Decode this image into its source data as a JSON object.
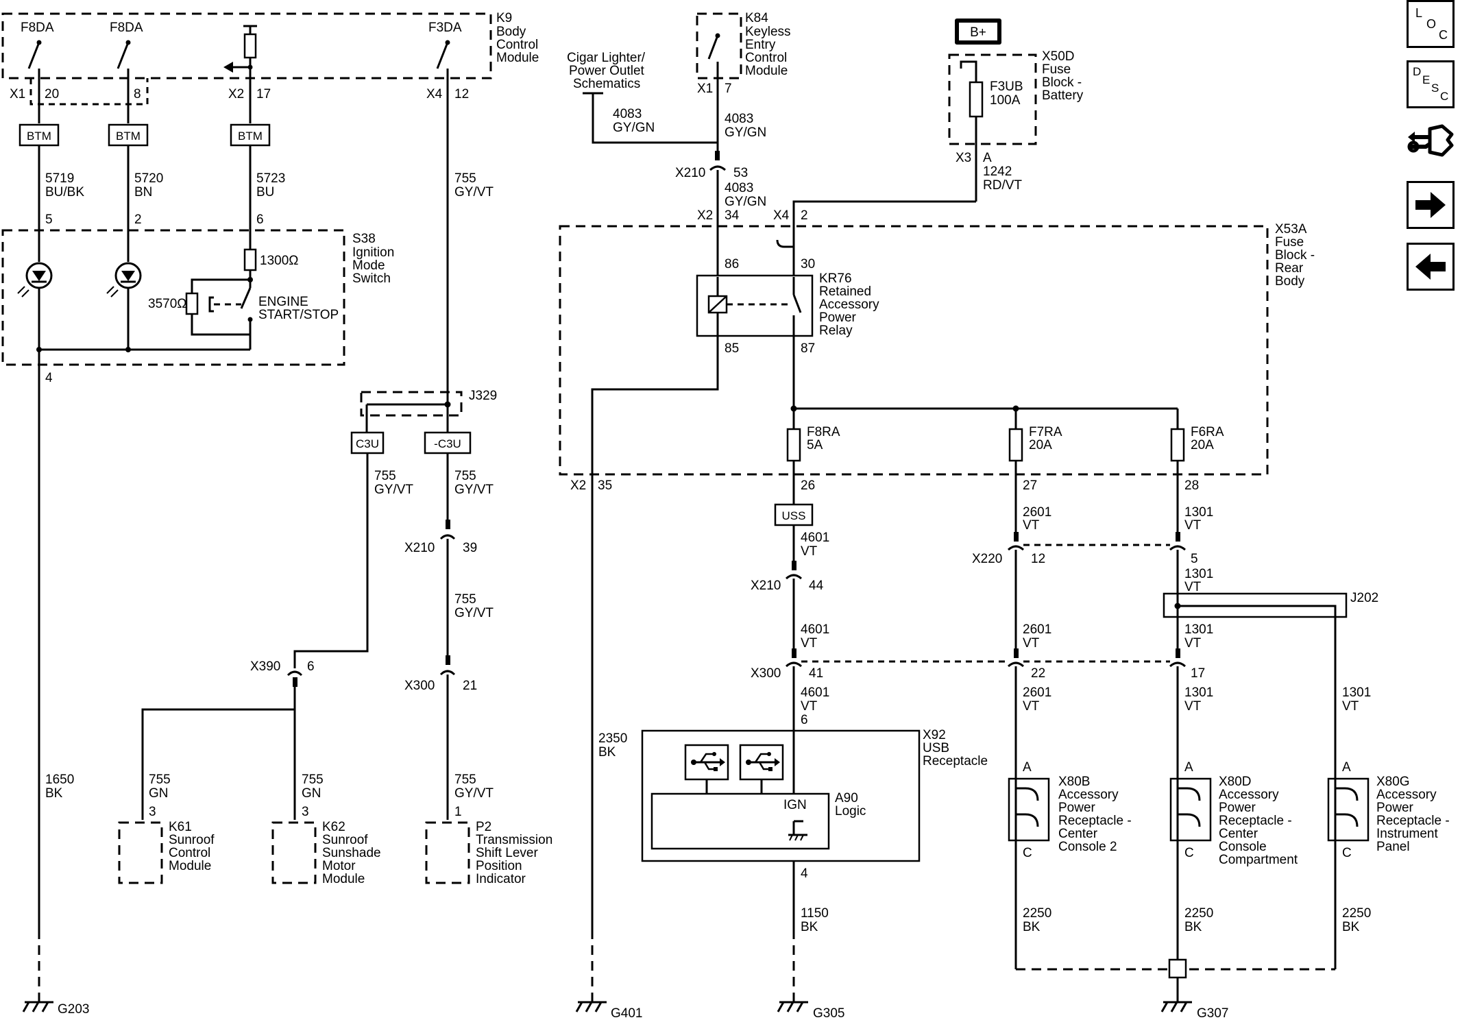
{
  "components": {
    "k9": {
      "id": "K9",
      "lines": [
        "Body",
        "Control",
        "Module"
      ]
    },
    "k84": {
      "id": "K84",
      "lines": [
        "Keyless",
        "Entry",
        "Control",
        "Module"
      ]
    },
    "x50d": {
      "id": "X50D",
      "lines": [
        "Fuse",
        "Block -",
        "Battery"
      ]
    },
    "battery": "B+",
    "f3ub": {
      "id": "F3UB",
      "rating": "100A"
    },
    "cigar": [
      "Cigar Lighter/",
      "Power Outlet",
      "Schematics"
    ],
    "s38": {
      "id": "S38",
      "lines": [
        "Ignition",
        "Mode",
        "Switch"
      ]
    },
    "engine": [
      "ENGINE",
      "START/STOP"
    ],
    "res1": "1300Ω",
    "res2": "3570Ω",
    "x53a": {
      "id": "X53A",
      "lines": [
        "Fuse",
        "Block -",
        "Rear",
        "Body"
      ]
    },
    "kr76": {
      "id": "KR76",
      "lines": [
        "Retained",
        "Accessory",
        "Power",
        "Relay"
      ]
    },
    "f8ra": {
      "id": "F8RA",
      "rating": "5A"
    },
    "f7ra": {
      "id": "F7RA",
      "rating": "20A"
    },
    "f6ra": {
      "id": "F6RA",
      "rating": "20A"
    },
    "j329": "J329",
    "j202": "J202",
    "x92": {
      "id": "X92",
      "lines": [
        "USB",
        "Receptacle"
      ]
    },
    "a90": {
      "id": "A90",
      "lines": [
        "Logic"
      ]
    },
    "ign": "IGN",
    "k61": {
      "id": "K61",
      "lines": [
        "Sunroof",
        "Control",
        "Module"
      ]
    },
    "k62": {
      "id": "K62",
      "lines": [
        "Sunroof",
        "Sunshade",
        "Motor",
        "Module"
      ]
    },
    "p2": {
      "id": "P2",
      "lines": [
        "Transmission",
        "Shift Lever",
        "Position",
        "Indicator"
      ]
    },
    "x80b": {
      "id": "X80B",
      "lines": [
        "Accessory",
        "Power",
        "Receptacle -",
        "Center",
        "Console 2"
      ]
    },
    "x80d": {
      "id": "X80D",
      "lines": [
        "Accessory",
        "Power",
        "Receptacle -",
        "Center",
        "Console",
        "Compartment"
      ]
    },
    "x80g": {
      "id": "X80G",
      "lines": [
        "Accessory",
        "Power",
        "Receptacle -",
        "Instrument",
        "Panel"
      ]
    }
  },
  "options": {
    "f8da": "F8DA",
    "f3da": "F3DA",
    "btm": "BTM",
    "c3u": "C3U",
    "nc3u": "-C3U",
    "uss": "USS"
  },
  "connectors": {
    "x1": "X1",
    "x2": "X2",
    "x3": "X3",
    "x4": "X4",
    "x210": "X210",
    "x220": "X220",
    "x300": "X300",
    "x390": "X390"
  },
  "pins": {
    "k9_20": "20",
    "k9_8": "8",
    "k9_17": "17",
    "k9_12": "12",
    "k84_7": "7",
    "x50d_a": "A",
    "s38_5": "5",
    "s38_2": "2",
    "s38_6": "6",
    "s38_4": "4",
    "x210_53": "53",
    "x210_39": "39",
    "x210_44": "44",
    "x53a_34": "34",
    "x53a_2": "2",
    "x53a_35": "35",
    "x53a_26": "26",
    "x53a_27": "27",
    "x53a_28": "28",
    "relay_86": "86",
    "relay_30": "30",
    "relay_85": "85",
    "relay_87": "87",
    "x220_12": "12",
    "x220_5": "5",
    "x300_21": "21",
    "x300_41": "41",
    "x300_22": "22",
    "x300_17": "17",
    "x390_6": "6",
    "x92_6": "6",
    "x92_4": "4",
    "k61_3": "3",
    "k62_3": "3",
    "p2_1": "1",
    "x80_a": "A",
    "x80_c": "C"
  },
  "wires": {
    "w5719": [
      "5719",
      "BU/BK"
    ],
    "w5720": [
      "5720",
      "BN"
    ],
    "w5723": [
      "5723",
      "BU"
    ],
    "w755a": [
      "755",
      "GY/VT"
    ],
    "w755b": [
      "755",
      "GY/VT"
    ],
    "w755c": [
      "755",
      "GY/VT"
    ],
    "w755d": [
      "755",
      "GY/VT"
    ],
    "w755e": [
      "755",
      "GY/VT"
    ],
    "w755gn1": [
      "755",
      "GN"
    ],
    "w755gn2": [
      "755",
      "GN"
    ],
    "w4083a": [
      "4083",
      "GY/GN"
    ],
    "w4083b": [
      "4083",
      "GY/GN"
    ],
    "w4083c": [
      "4083",
      "GY/GN"
    ],
    "w1242": [
      "1242",
      "RD/VT"
    ],
    "w1650": [
      "1650",
      "BK"
    ],
    "w2350": [
      "2350",
      "BK"
    ],
    "w1150": [
      "1150",
      "BK"
    ],
    "w4601a": [
      "4601",
      "VT"
    ],
    "w4601b": [
      "4601",
      "VT"
    ],
    "w4601c": [
      "4601",
      "VT"
    ],
    "w2601a": [
      "2601",
      "VT"
    ],
    "w2601b": [
      "2601",
      "VT"
    ],
    "w2601c": [
      "2601",
      "VT"
    ],
    "w1301a": [
      "1301",
      "VT"
    ],
    "w1301b": [
      "1301",
      "VT"
    ],
    "w1301c": [
      "1301",
      "VT"
    ],
    "w1301d": [
      "1301",
      "VT"
    ],
    "w1301e": [
      "1301",
      "VT"
    ],
    "w2250a": [
      "2250",
      "BK"
    ],
    "w2250b": [
      "2250",
      "BK"
    ],
    "w2250c": [
      "2250",
      "BK"
    ]
  },
  "grounds": {
    "g203": "G203",
    "g401": "G401",
    "g305": "G305",
    "g307": "G307"
  },
  "nav": {
    "loc": [
      "L",
      "O",
      "C"
    ],
    "desc": [
      "D",
      "E",
      "S",
      "C"
    ],
    "icon_connector": "connector-end-view-icon",
    "icon_next": "arrow-right-icon",
    "icon_prev": "arrow-left-icon"
  }
}
